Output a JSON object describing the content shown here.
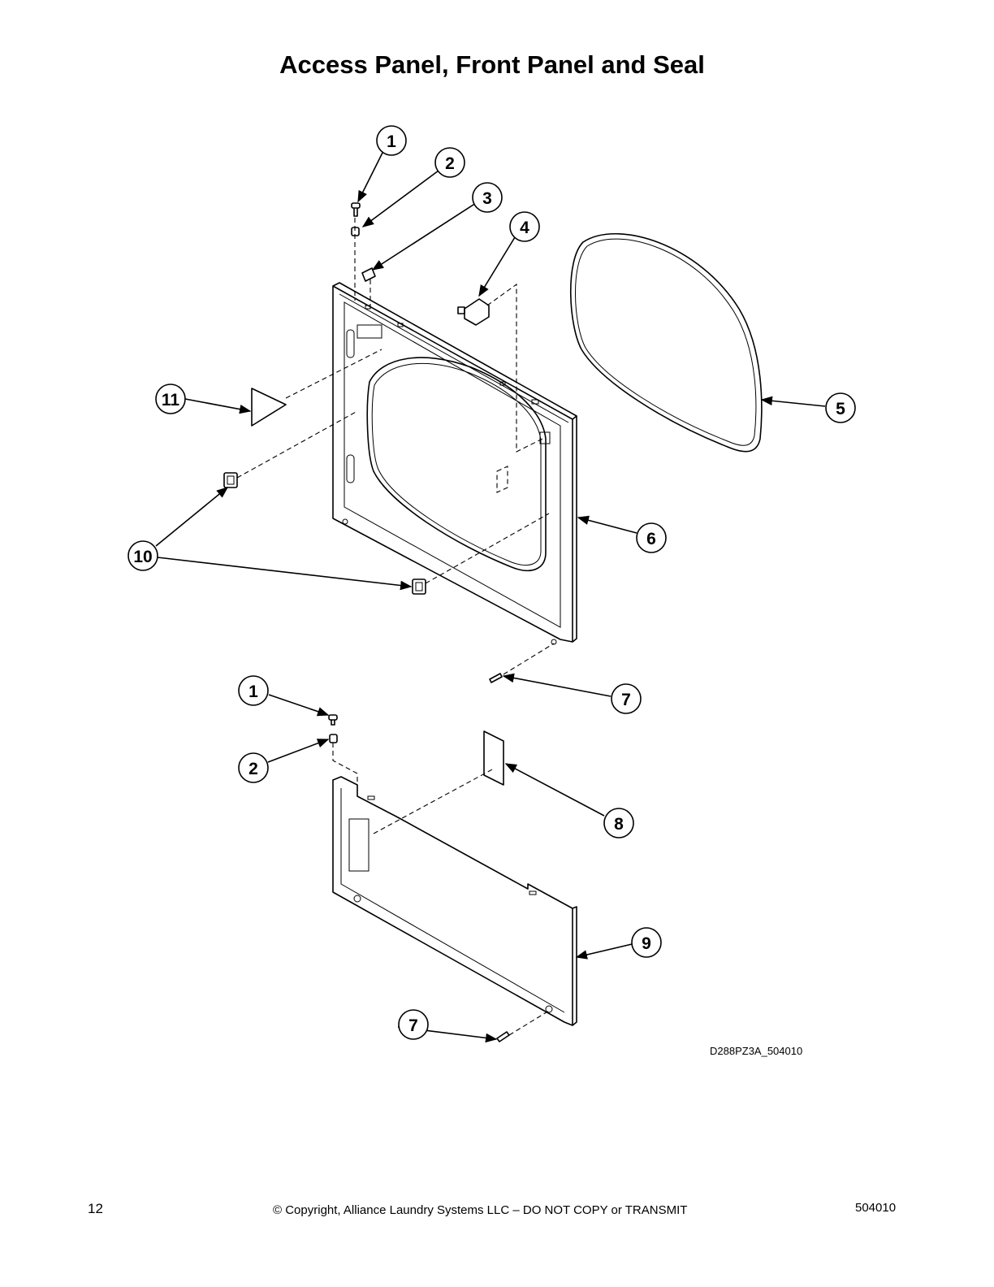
{
  "title": "Access Panel, Front Panel and Seal",
  "callouts": [
    {
      "number": "1"
    },
    {
      "number": "2"
    },
    {
      "number": "3"
    },
    {
      "number": "4"
    },
    {
      "number": "5"
    },
    {
      "number": "6"
    },
    {
      "number": "7"
    },
    {
      "number": "1"
    },
    {
      "number": "2"
    },
    {
      "number": "7"
    },
    {
      "number": "8"
    },
    {
      "number": "9"
    },
    {
      "number": "10"
    },
    {
      "number": "11"
    }
  ],
  "diagram_ref": "D288PZ3A_504010",
  "footer": {
    "page_number": "12",
    "copyright": "© Copyright, Alliance Laundry Systems LLC – DO NOT COPY or TRANSMIT",
    "doc_number": "504010"
  }
}
